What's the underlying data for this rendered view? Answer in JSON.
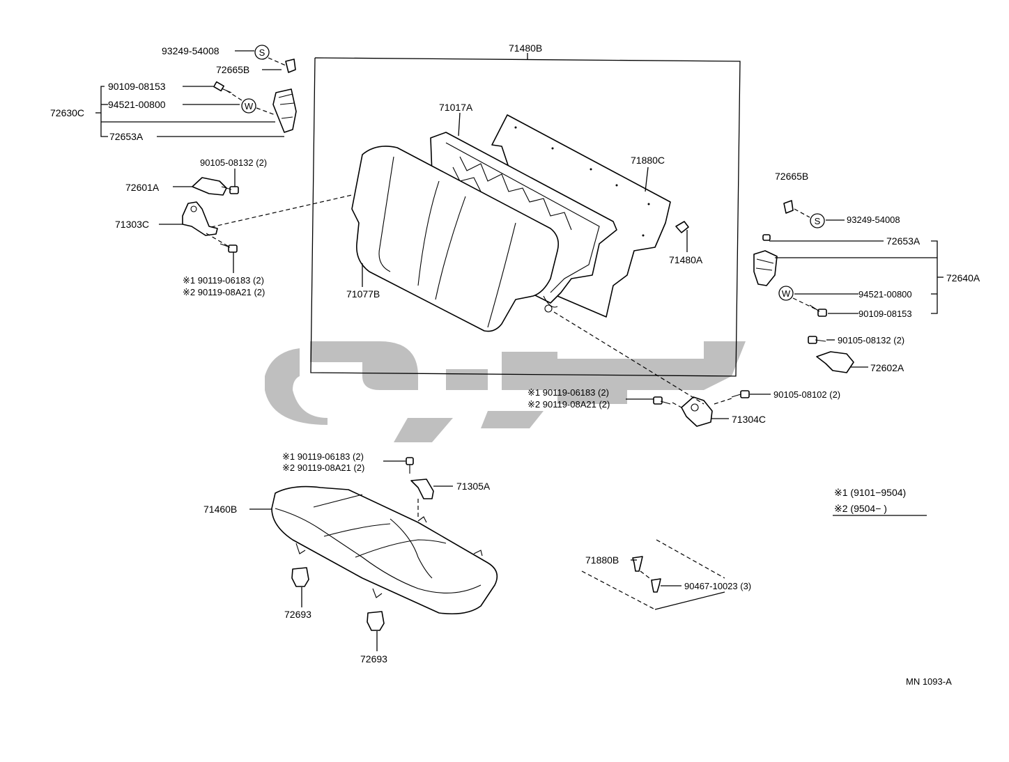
{
  "labels": {
    "p71480B": "71480B",
    "p93249_L": "93249-54008",
    "p72665B_L": "72665B",
    "p90109_L": "90109-08153",
    "p94521_L": "94521-00800",
    "p72630C": "72630C",
    "p72653A_L": "72653A",
    "p71017A": "71017A",
    "p71880C": "71880C",
    "p90105_08132_L": "90105-08132 (2)",
    "p72601A": "72601A",
    "p71303C": "71303C",
    "p_n1_L": "※1 90119-06183 (2)",
    "p_n2_L": "※2 90119-08A21 (2)",
    "p71077B": "71077B",
    "p72665B_R": "72665B",
    "p93249_R": "93249-54008",
    "p71480A": "71480A",
    "p72653A_R": "72653A",
    "p72640A": "72640A",
    "p94521_R": "94521-00800",
    "p90109_R": "90109-08153",
    "p90105_08132_R": "90105-08132 (2)",
    "p72602A": "72602A",
    "p_n1_M": "※1 90119-06183 (2)",
    "p_n2_M": "※2 90119-08A21 (2)",
    "p90105_08102": "90105-08102 (2)",
    "p71304C": "71304C",
    "p_n1_S": "※1 90119-06183 (2)",
    "p_n2_S": "※2 90119-08A21 (2)",
    "p71305A": "71305A",
    "p71460B": "71460B",
    "p72693_a": "72693",
    "p72693_b": "72693",
    "p71880B": "71880B",
    "p90467": "90467-10023 (3)",
    "legend1": "※1 (9101−9504)",
    "legend2": "※2 (9504−         )",
    "ref": "MN 1093-A"
  },
  "symbols": {
    "s_circle": "S",
    "w_circle": "W"
  },
  "colors": {
    "line": "#000000",
    "watermark": "#b4b4b4",
    "background": "#ffffff"
  }
}
